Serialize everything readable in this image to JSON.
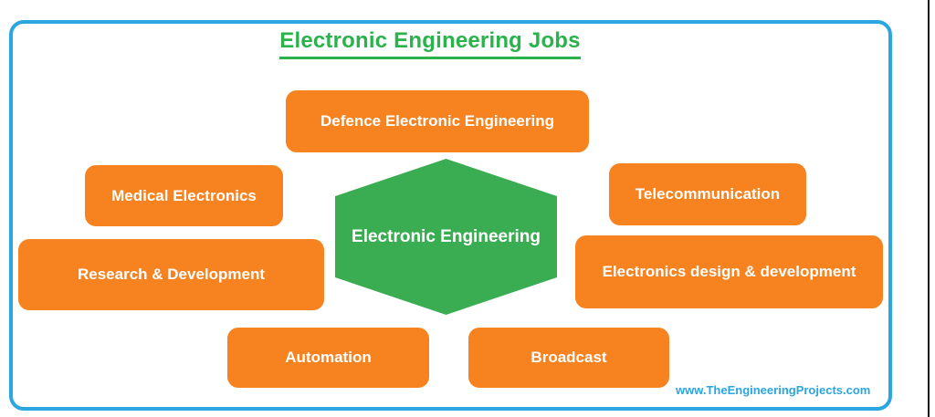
{
  "page": {
    "title": "Electronic Engineering Jobs",
    "website": "www.TheEngineeringProjects.com"
  },
  "center": {
    "label": "Electronic Engineering"
  },
  "jobs": [
    {
      "label": "Defence Electronic Engineering"
    },
    {
      "label": "Medical Electronics"
    },
    {
      "label": "Telecommunication"
    },
    {
      "label": "Research & Development"
    },
    {
      "label": "Electronics design & development"
    },
    {
      "label": "Automation"
    },
    {
      "label": "Broadcast"
    }
  ],
  "colors": {
    "box_orange": "#F68220",
    "hex_green": "#3AAC52",
    "title_green": "#2BB24C",
    "border_blue": "#2AA7E0",
    "footer_blue": "#2AA6DF",
    "box_text": "#FFFFFF"
  }
}
